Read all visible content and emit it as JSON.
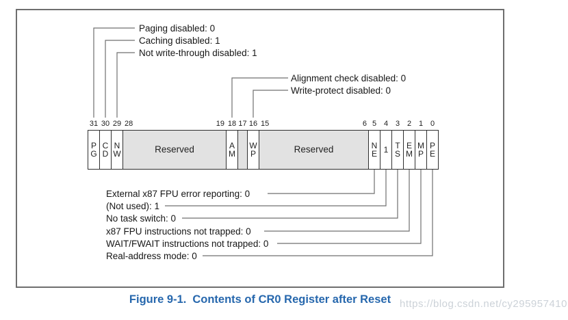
{
  "figure": {
    "caption_label": "Figure 9-1.",
    "caption_title": "Contents of CR0 Register after Reset",
    "watermark": "https://blog.csdn.net/cy295957410"
  },
  "register": {
    "name": "CR0",
    "cells": [
      {
        "id": "pg",
        "bit": "31",
        "lines": [
          "P",
          "G"
        ],
        "shaded": false,
        "w": 18
      },
      {
        "id": "cd",
        "bit": "30",
        "lines": [
          "C",
          "D"
        ],
        "shaded": false,
        "w": 18
      },
      {
        "id": "nw",
        "bit": "29",
        "lines": [
          "N",
          "W"
        ],
        "shaded": false,
        "w": 18
      },
      {
        "id": "reserved-28-19",
        "bit_left": "28",
        "bit_right": "19",
        "lines": [
          "Reserved"
        ],
        "shaded": true,
        "w": 152
      },
      {
        "id": "am",
        "bit": "18",
        "lines": [
          "A",
          "M"
        ],
        "shaded": false,
        "w": 18
      },
      {
        "id": "reserved-17",
        "bit": "17",
        "lines": [],
        "shaded": true,
        "w": 15
      },
      {
        "id": "wp",
        "bit": "16",
        "lines": [
          "W",
          "P"
        ],
        "shaded": false,
        "w": 18
      },
      {
        "id": "reserved-15-6",
        "bit_left": "15",
        "bit_right": "6",
        "lines": [
          "Reserved"
        ],
        "shaded": true,
        "w": 161
      },
      {
        "id": "ne",
        "bit": "5",
        "lines": [
          "N",
          "E"
        ],
        "shaded": false,
        "w": 18
      },
      {
        "id": "one",
        "bit": "4",
        "lines": [
          "1"
        ],
        "shaded": false,
        "w": 18
      },
      {
        "id": "ts",
        "bit": "3",
        "lines": [
          "T",
          "S"
        ],
        "shaded": false,
        "w": 18
      },
      {
        "id": "em",
        "bit": "2",
        "lines": [
          "E",
          "M"
        ],
        "shaded": false,
        "w": 18
      },
      {
        "id": "mp",
        "bit": "1",
        "lines": [
          "M",
          "P"
        ],
        "shaded": false,
        "w": 18
      },
      {
        "id": "pe",
        "bit": "0",
        "lines": [
          "P",
          "E"
        ],
        "shaded": false,
        "w": 18
      }
    ]
  },
  "callouts": {
    "top": [
      {
        "label": "Paging disabled: 0"
      },
      {
        "label": "Caching disabled: 1"
      },
      {
        "label": "Not write-through disabled: 1"
      }
    ],
    "middle": [
      {
        "label": "Alignment check disabled: 0"
      },
      {
        "label": "Write-protect disabled: 0"
      }
    ],
    "bottom": [
      {
        "label": "External x87 FPU error reporting: 0"
      },
      {
        "label": "(Not used): 1"
      },
      {
        "label": "No task switch: 0"
      },
      {
        "label": "x87 FPU instructions not trapped: 0"
      },
      {
        "label": "WAIT/FWAIT instructions not trapped: 0"
      },
      {
        "label": "Real-address mode: 0"
      }
    ]
  },
  "colors": {
    "caption_blue": "#2667ad",
    "shaded_cell": "#e2e2e2",
    "connector_line": "#6f6f6f",
    "watermark_gray": "#ccd2d8"
  }
}
